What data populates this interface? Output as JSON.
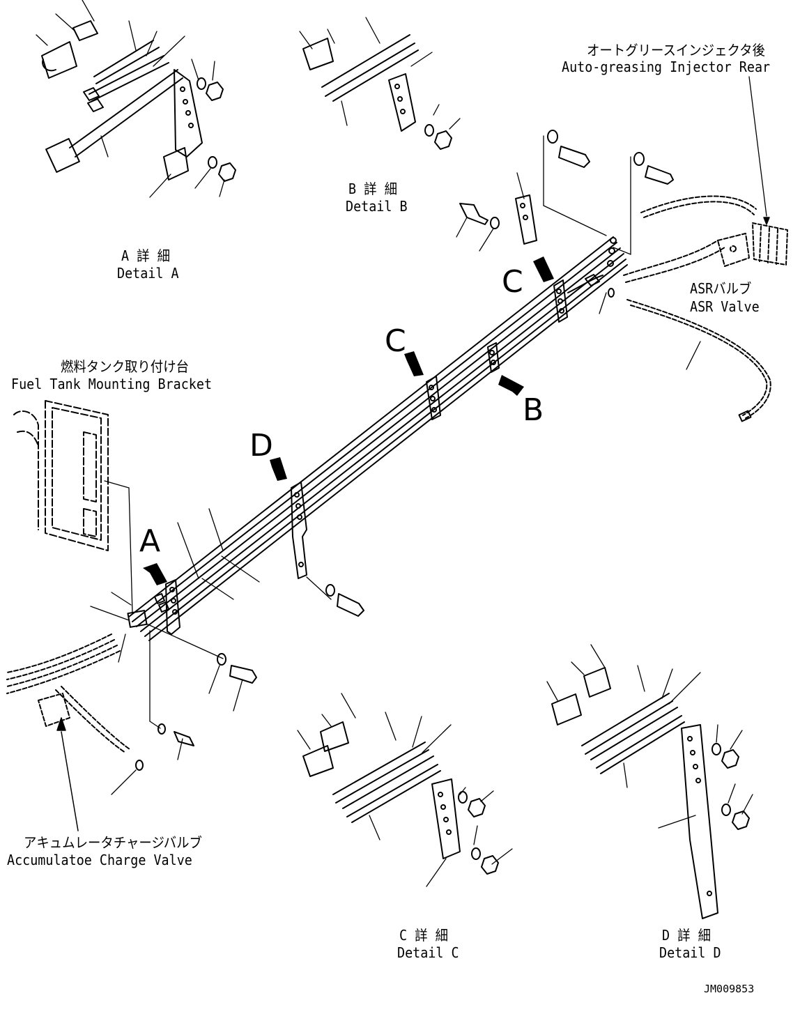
{
  "labels": {
    "auto_grease_jp": "オートグリースインジェクタ後",
    "auto_grease_en": "Auto-greasing Injector Rear",
    "asr_jp": "ASRバルブ",
    "asr_en": "ASR Valve",
    "fuel_tank_jp": "燃料タンク取り付け台",
    "fuel_tank_en": "Fuel Tank Mounting Bracket",
    "accum_jp": "アキュムレータチャージバルブ",
    "accum_en": "Accumulatoe Charge Valve",
    "detail_a_jp": "A 詳 細",
    "detail_a_en": "Detail A",
    "detail_b_jp": "B 詳 細",
    "detail_b_en": "Detail B",
    "detail_c_jp": "C 詳 細",
    "detail_c_en": "Detail C",
    "detail_d_jp": "D 詳 細",
    "detail_d_en": "Detail D",
    "callout_a": "A",
    "callout_b": "B",
    "callout_c1": "C",
    "callout_c2": "C",
    "callout_d": "D",
    "drawing_id": "JM009853"
  }
}
